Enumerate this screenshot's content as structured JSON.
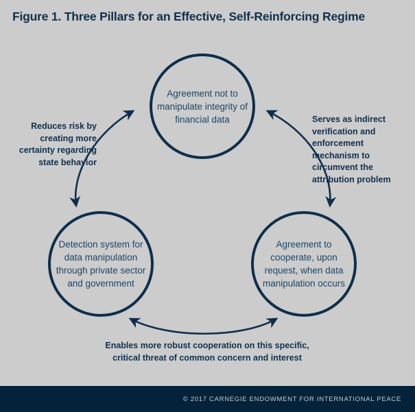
{
  "figure": {
    "title": "Figure 1. Three Pillars for an Effective, Self-Reinforcing Regime",
    "background_color": "#cccccc",
    "accent_color": "#0e2f4c",
    "circle_text_color": "#1c4565",
    "footer_bar_color": "#042239"
  },
  "pillars": [
    {
      "id": "top",
      "label": "Agreement not to manipulate integrity of financial data"
    },
    {
      "id": "left",
      "label": "Detection system for data manipulation through private sector and government"
    },
    {
      "id": "right",
      "label": "Agreement to cooperate, upon request, when data manipulation occurs"
    }
  ],
  "connectors": [
    {
      "id": "left-arc",
      "from": "left",
      "to": "top",
      "double_headed": true,
      "label": "Reduces risk by creating more certainty regarding state behavior"
    },
    {
      "id": "right-arc",
      "from": "top",
      "to": "right",
      "double_headed": true,
      "label": "Serves as indirect verification and enforcement mechanism to circumvent the attribution problem"
    },
    {
      "id": "bottom-arc",
      "from": "left",
      "to": "right",
      "double_headed": true,
      "label": "Enables more robust cooperation on this specific, critical threat of common concern and interest"
    }
  ],
  "footer": {
    "credit": "© 2017 CARNEGIE ENDOWMENT FOR INTERNATIONAL PEACE"
  }
}
